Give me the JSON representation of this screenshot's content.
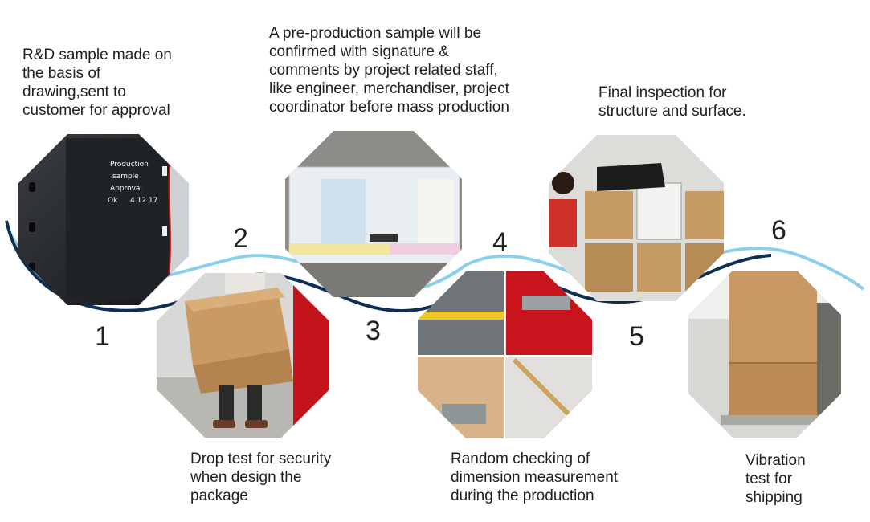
{
  "steps": [
    {
      "number": "1",
      "caption": [
        "R&D sample made on",
        "the basis of",
        "drawing,sent to",
        "customer for approval"
      ],
      "photo_note": [
        "Production",
        "sample",
        "Approval",
        "Ok",
        "4.12.17"
      ]
    },
    {
      "number": "2",
      "caption": [
        "Drop test for security",
        "when design the",
        "package"
      ]
    },
    {
      "number": "3",
      "caption": [
        "A pre-production sample will be",
        "confirmed with signature &",
        "comments by project related staff,",
        "like engineer, merchandiser, project",
        "coordinator before mass production"
      ]
    },
    {
      "number": "4",
      "caption": [
        "Random checking of",
        "dimension measurement",
        "during the production"
      ]
    },
    {
      "number": "5",
      "caption": [
        "Final inspection for",
        "structure and surface."
      ]
    },
    {
      "number": "6",
      "caption": [
        "Vibration",
        "test for",
        "shipping"
      ]
    }
  ],
  "colors": {
    "wave_dark": "#0e2f55",
    "wave_light": "#8ccfec",
    "background": "#ffffff"
  }
}
